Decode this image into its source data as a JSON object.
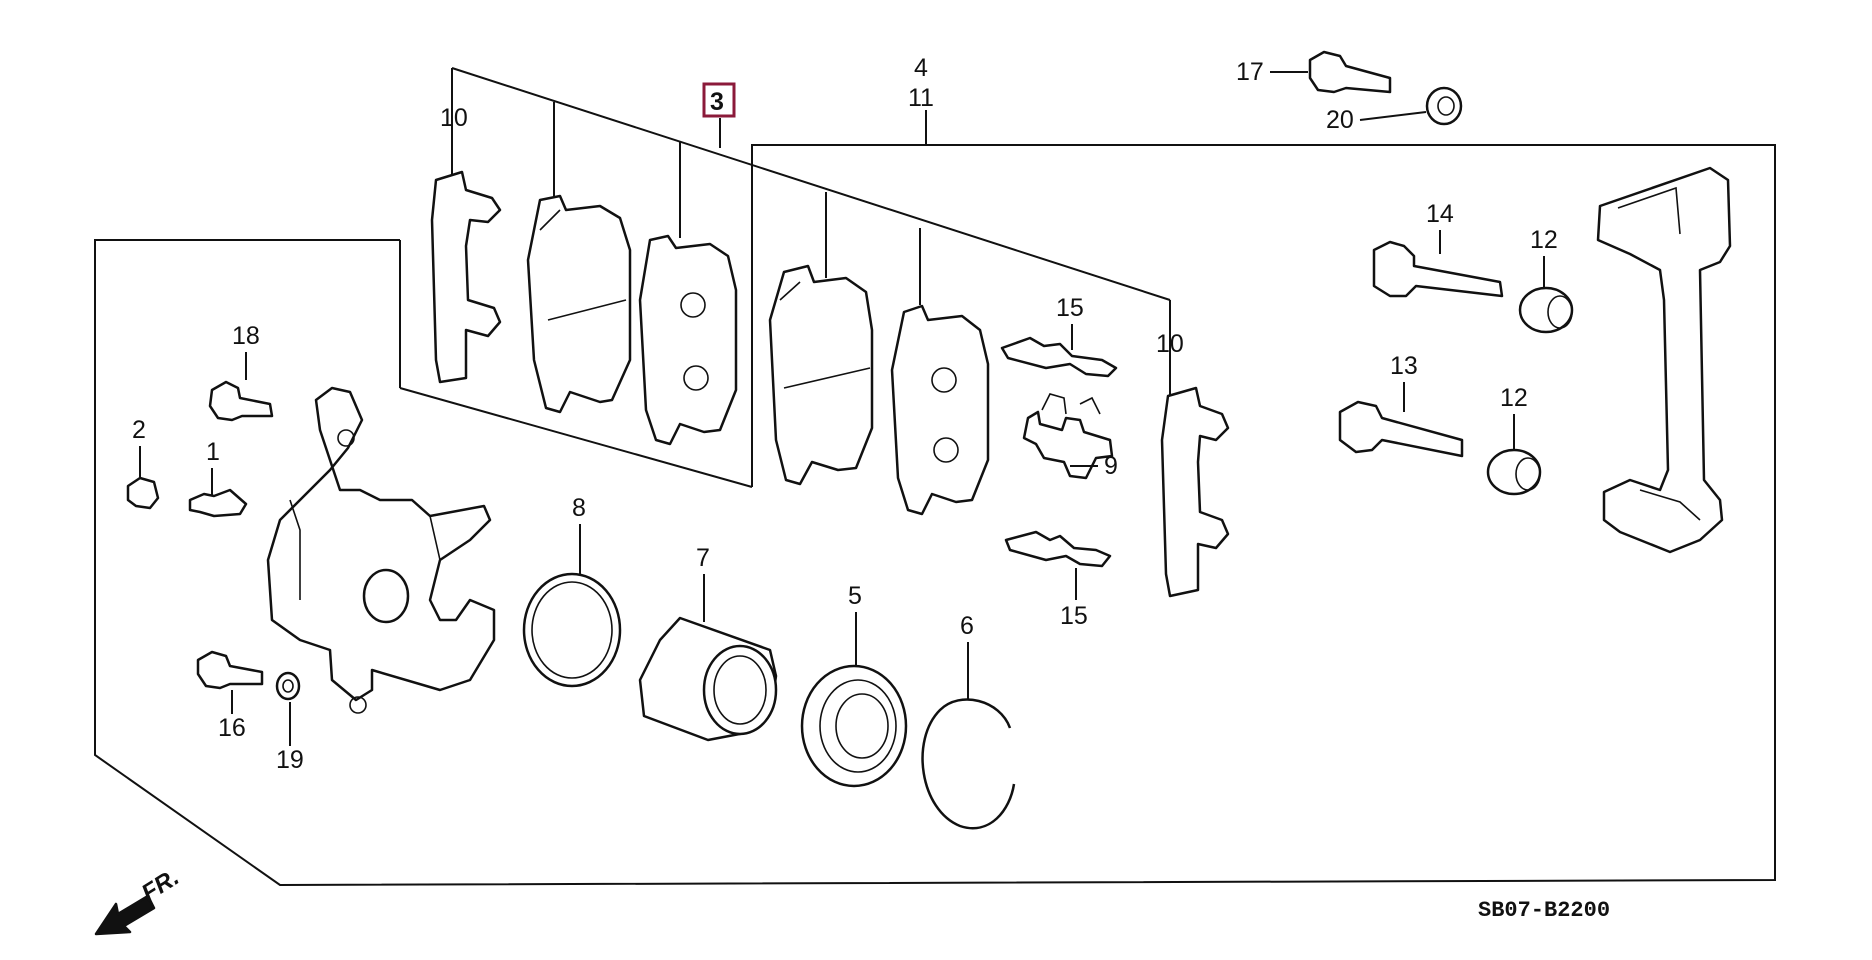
{
  "diagram_code": "SB07-B2200",
  "direction_label": "FR.",
  "highlight_color": "#8b1a3a",
  "callouts": {
    "p1": "1",
    "p2": "2",
    "p3": "3",
    "p4": "4",
    "p5": "5",
    "p6": "6",
    "p7": "7",
    "p8": "8",
    "p9": "9",
    "p10a": "10",
    "p10b": "10",
    "p11": "11",
    "p12a": "12",
    "p12b": "12",
    "p13": "13",
    "p14": "14",
    "p15a": "15",
    "p15b": "15",
    "p16": "16",
    "p17": "17",
    "p18": "18",
    "p19": "19",
    "p20": "20"
  },
  "highlighted_part": "3"
}
